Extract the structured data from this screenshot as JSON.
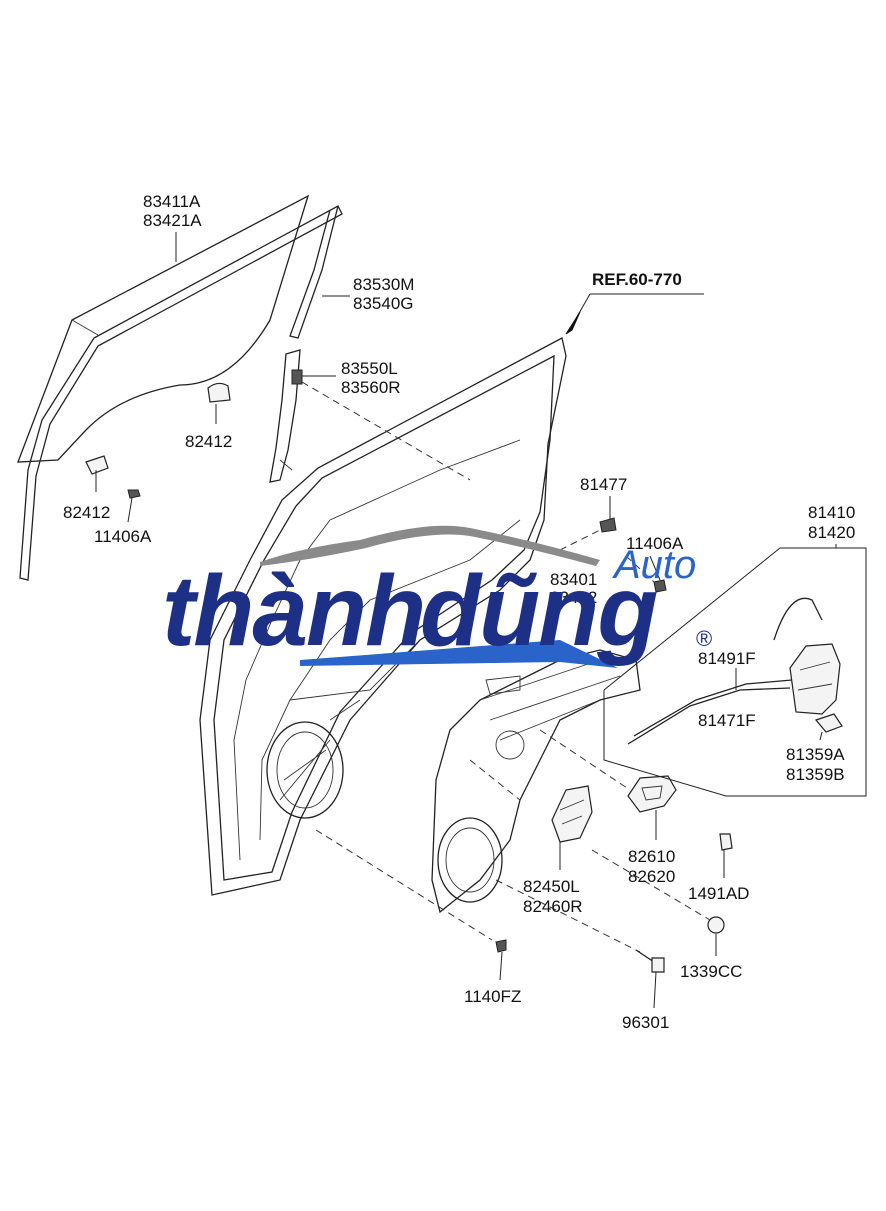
{
  "diagram": {
    "ref_label": "REF.60-770",
    "labels": {
      "glass_a": "83411A",
      "glass_b": "83421A",
      "channel_m": "83530M",
      "channel_g": "83540G",
      "channel_l": "83550L",
      "channel_r": "83560R",
      "clip_upper": "82412",
      "clip_lower": "82412",
      "bolt_left": "11406A",
      "bolt_81477": "81477",
      "bolt_right": "11406A",
      "regulator_a": "83401",
      "regulator_b": "83402",
      "latch_a": "81410",
      "latch_b": "81420",
      "cable_f1": "81491F",
      "cable_f2": "81471F",
      "cover_a": "81359A",
      "cover_b": "81359B",
      "handle_a": "82610",
      "handle_b": "82620",
      "motor_l": "82450L",
      "motor_r": "82460R",
      "clip_1491": "1491AD",
      "nut_1339": "1339CC",
      "screw_1140": "1140FZ",
      "speaker_963": "96301"
    }
  },
  "watermark": {
    "word_left": "thành",
    "word_right": "dũng",
    "auto": "Auto",
    "registered": "®"
  }
}
